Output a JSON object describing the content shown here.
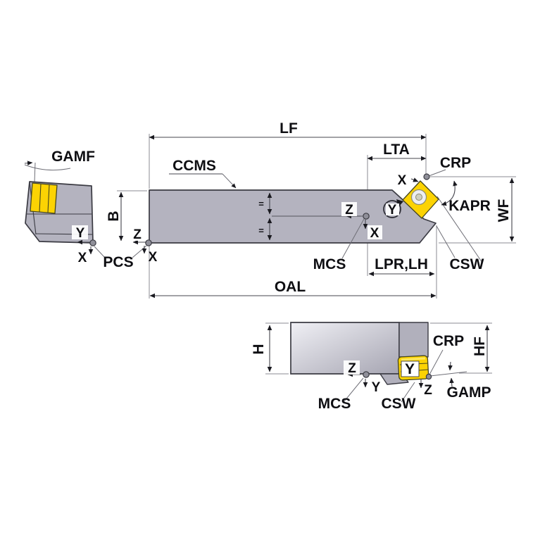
{
  "colors": {
    "body": "#b4b3bf",
    "head": "#b1b0bc",
    "insert": "#fcd303",
    "insert_light": "#ffe75e",
    "outline": "#3b3b43",
    "dim": "#44444c",
    "leader": "#6f6f77",
    "grad_light": "#f0f0f5",
    "grad_dark": "#a6a5b2",
    "label": "#0e0e12",
    "background": "#ffffff"
  },
  "labels": {
    "gamf": "GAMF",
    "pcs": "PCS",
    "lf": "LF",
    "ccms": "CCMS",
    "lta": "LTA",
    "crp": "CRP",
    "kapr": "KAPR",
    "wf": "WF",
    "b": "B",
    "mcs": "MCS",
    "lpr_lh": "LPR,LH",
    "csw": "CSW",
    "oal": "OAL",
    "h": "H",
    "hf": "HF",
    "gamp": "GAMP",
    "x": "X",
    "y": "Y",
    "z": "Z",
    "equal": "="
  }
}
